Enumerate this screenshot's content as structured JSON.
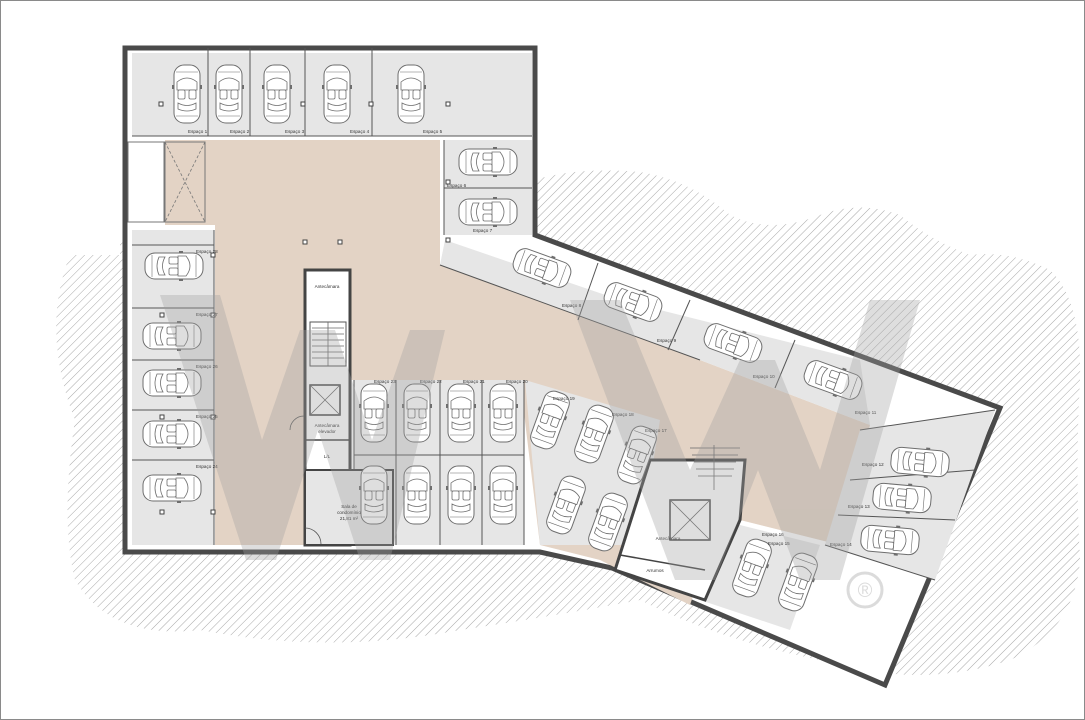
{
  "plan": {
    "spaces": {
      "s1": "Espaço 1",
      "s2": "Espaço 2",
      "s3": "Espaço 3",
      "s4": "Espaço 4",
      "s5": "Espaço 5",
      "s6": "Espaço 6",
      "s7": "Espaço 7",
      "s8": "Espaço 8",
      "s9": "Espaço 9",
      "s10": "Espaço 10",
      "s11": "Espaço 11",
      "s12": "Espaço 12",
      "s13": "Espaço 13",
      "s14": "Espaço 14",
      "s15": "Espaço 15",
      "s16": "Espaço 16",
      "s17": "Espaço 17",
      "s18": "Espaço 18",
      "s19": "Espaço 19",
      "s20": "Espaço 20",
      "s21": "Espaço 21",
      "s22": "Espaço 22",
      "s23": "Espaço 23",
      "s24": "Espaço 24",
      "s25": "Espaço 25",
      "s26": "Espaço 26",
      "s27": "Espaço 27",
      "s28": "Espaço 28"
    },
    "rooms": {
      "antecamara_top": "Antecâmara",
      "antecamara_elevador": "Antecâmara",
      "elevador_label": "elevador",
      "lt": "L/L",
      "sala_line1": "Sala de",
      "sala_line2": "condomínio",
      "sala_area": "21,81 m²",
      "antecamara_right": "Antecâmara",
      "armazem": "Arrumos"
    },
    "watermark": "®",
    "colors": {
      "circulation": "#e3d3c5",
      "walls": "#4a4a4a",
      "stall_fill": "#ffffff",
      "gray_zone": "#e6e6e6",
      "hatch": "#9a9a9a"
    }
  }
}
